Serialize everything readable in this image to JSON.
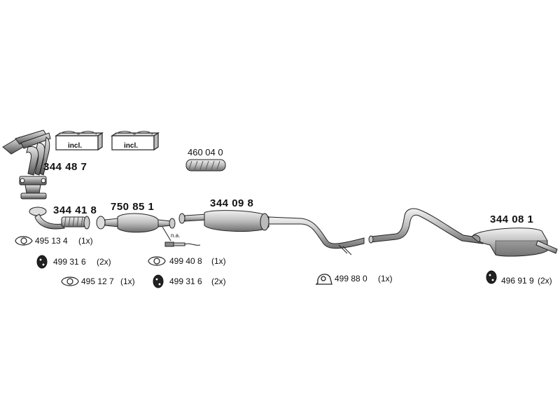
{
  "parts": {
    "manifold": "344 48 7",
    "front_pipe": "344 41 8",
    "catalyst": "750 85 1",
    "flex_tube": "460 04 0",
    "middle_silencer": "344 09 8",
    "rear_silencer": "344 08 1"
  },
  "kit_boxes": {
    "incl_1": "incl.",
    "incl_2": "incl."
  },
  "sensor_note": "n.a.",
  "fittings": [
    {
      "code": "495 13 4",
      "qty": "(1x)",
      "icon": "gasket-icon"
    },
    {
      "code": "499 31 6",
      "qty": "(2x)",
      "icon": "rubber-mount-icon"
    },
    {
      "code": "495 12 7",
      "qty": "(1x)",
      "icon": "gasket-icon"
    },
    {
      "code": "499 40 8",
      "qty": "(1x)",
      "icon": "gasket-icon"
    },
    {
      "code": "499 31 6",
      "qty": "(2x)",
      "icon": "rubber-mount-icon"
    },
    {
      "code": "499 88 0",
      "qty": "(1x)",
      "icon": "clamp-icon"
    },
    {
      "code": "496 91 9",
      "qty": "(2x)",
      "icon": "rubber-mount-icon"
    }
  ]
}
